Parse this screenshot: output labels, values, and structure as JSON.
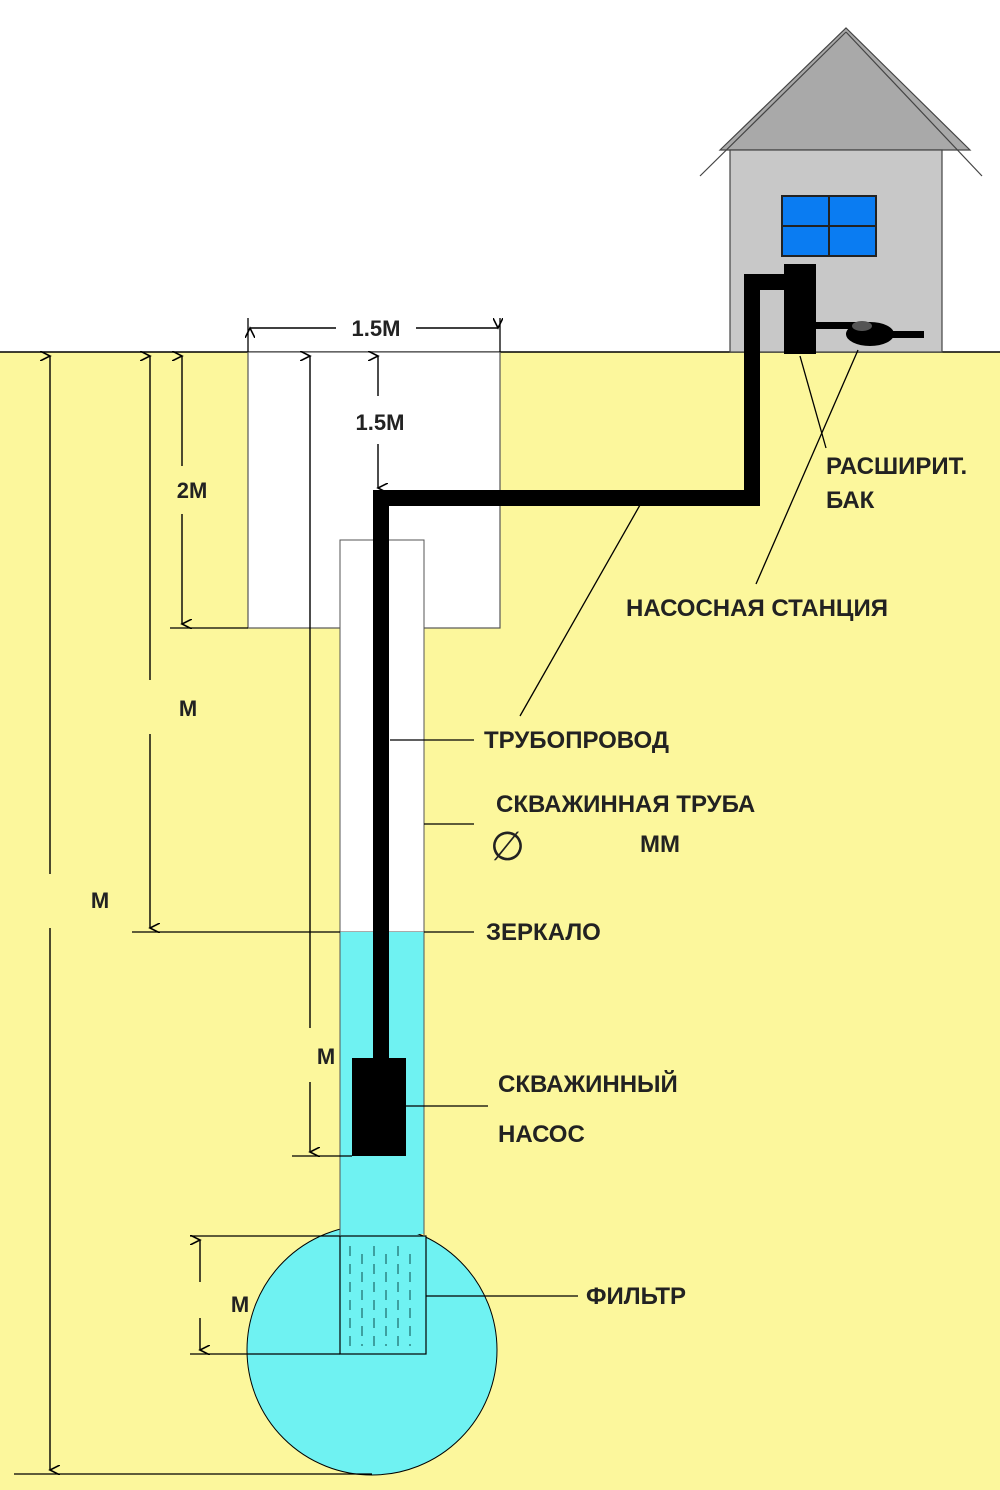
{
  "colors": {
    "ground": "#fcf79c",
    "sky": "#ffffff",
    "water": "#6ff2f2",
    "house_wall": "#c8c8c8",
    "roof": "#a9a9a9",
    "window": "#0a7cf2",
    "pipe": "#000000",
    "line": "#000000"
  },
  "dimensions": {
    "pit_width": "1.5M",
    "pipe_depth": "1.5M",
    "pit_depth": "2M",
    "static_level": "M",
    "total_depth": "M",
    "pump_depth": "M",
    "filter_length": "M"
  },
  "labels": {
    "expansion_tank_line1": "РАСШИРИТ.",
    "expansion_tank_line2": "БАК",
    "pump_station": "НАСОСНАЯ СТАНЦИЯ",
    "pipeline": "ТРУБОПРОВОД",
    "casing_pipe": "СКВАЖИННАЯ ТРУБА",
    "diameter_symbol": "∅",
    "casing_unit": "ММ",
    "water_level": "ЗЕРКАЛО",
    "pump_line1": "СКВАЖИННЫЙ",
    "pump_line2": "НАСОС",
    "filter": "ФИЛЬТР"
  },
  "icons": [
    "house-icon",
    "pump-station-icon",
    "borehole-pump-icon",
    "arrow-icon"
  ]
}
